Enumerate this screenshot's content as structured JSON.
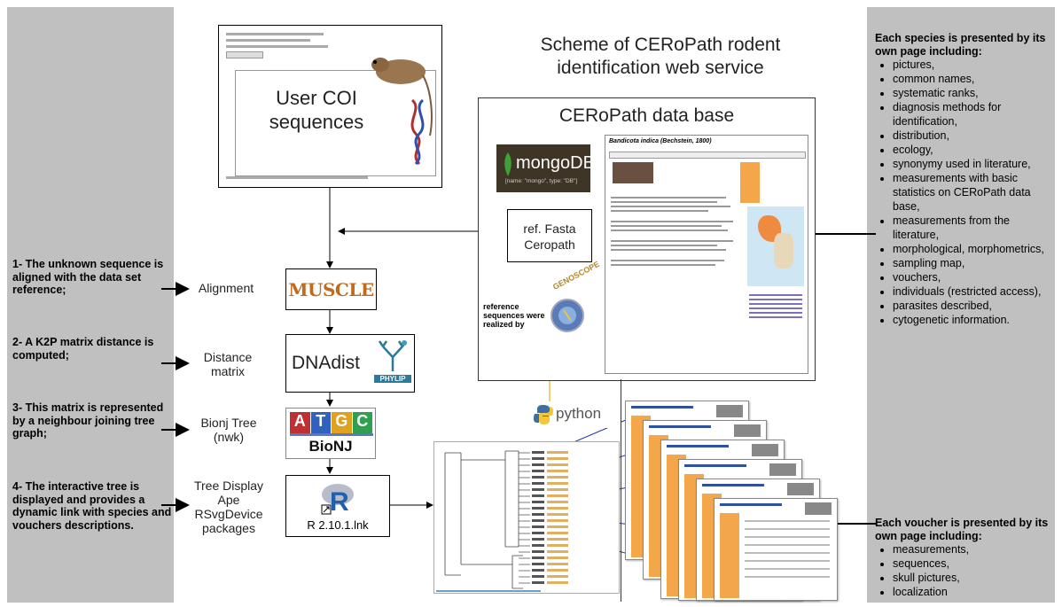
{
  "title": "Scheme of CERoPath rodent identification web service",
  "steps": [
    {
      "text": "1- The unknown sequence is aligned with the data set reference;"
    },
    {
      "text": "2- A K2P matrix distance is computed;"
    },
    {
      "text": "3- This matrix is represented by a neighbour joining tree graph;"
    },
    {
      "text": "4- The interactive tree is displayed and provides a dynamic link with species and vouchers descriptions."
    }
  ],
  "pipeline": {
    "user_box": "User COI sequences",
    "alignment_label": "Alignment",
    "muscle_logo": "MUSCLE",
    "distance_label": "Distance matrix",
    "dnadist": "DNAdist",
    "phylip": "PHYLIP",
    "bionj_label": "Bionj Tree (nwk)",
    "bionj": "BioNJ",
    "atgc": [
      "A",
      "T",
      "G",
      "C"
    ],
    "tree_label": "Tree Display Ape RSvgDevice packages",
    "r_label": "R 2.10.1.lnk",
    "python": "python"
  },
  "database": {
    "title": "CERoPath data base",
    "mongodb": "mongoDB",
    "mongodb_sub": "[name: \"mongo\", type: \"DB\"]",
    "fasta": "ref. Fasta Ceropath",
    "genoscope_caption": "reference sequences were realized by",
    "genoscope": "GENOSCOPE",
    "species_page_title": "Bandicota indica (Bechstein, 1800)"
  },
  "species_panel": {
    "heading": "Each species is presented by its own page including:",
    "items": [
      "pictures,",
      "common names,",
      "systematic ranks,",
      "diagnosis methods for identification,",
      "distribution,",
      "ecology,",
      "synonymy used in literature,",
      "measurements with basic statistics on CERoPath data base,",
      "measurements from the literature,",
      "morphological, morphometrics,",
      "sampling map,",
      "vouchers,",
      "individuals (restricted access),",
      "parasites described,",
      "cytogenetic information."
    ]
  },
  "voucher_panel": {
    "heading": "Each voucher is presented by its own page including:",
    "items": [
      "measurements,",
      "sequences,",
      "skull pictures,",
      "localization"
    ]
  },
  "colors": {
    "panel": "#c0c0c0",
    "arrow_blue": "#2233aa",
    "arrow_yellow": "#f0c040",
    "orange": "#f4a64a"
  }
}
